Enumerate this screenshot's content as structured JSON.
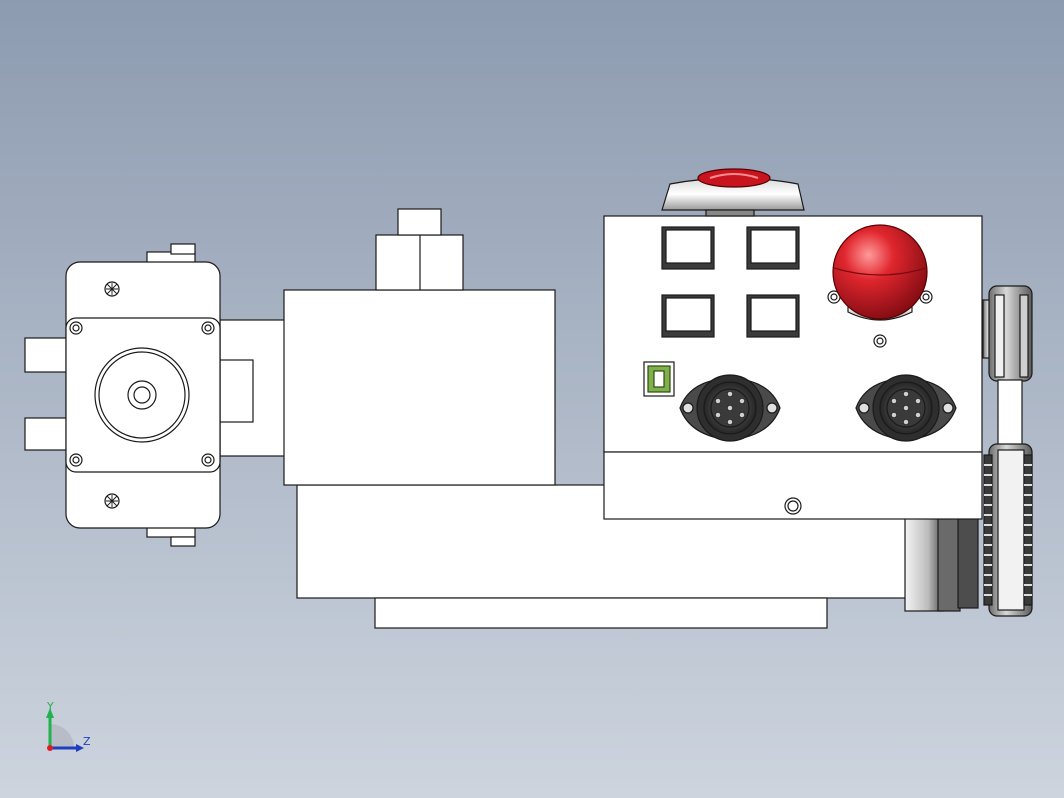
{
  "viewport": {
    "background_top": "#8d9bb0",
    "background_bottom": "#cdd4de"
  },
  "triad": {
    "y_label": "Y",
    "z_label": "Z",
    "y_color": "#22b14c",
    "z_color": "#1f3fbf",
    "origin_color": "#e01b24"
  },
  "colors": {
    "outline": "#1a1a1a",
    "face": "#ffffff",
    "dark_metal": "#3d3d3d",
    "e_stop_red": "#c8141e",
    "usb_green": "#7fb04a"
  },
  "components": [
    {
      "name": "stepper-motor",
      "icon": "stepper-motor-icon"
    },
    {
      "name": "motor-bracket",
      "icon": "bracket-icon"
    },
    {
      "name": "main-housing",
      "icon": "housing-icon"
    },
    {
      "name": "control-box",
      "icon": "box-icon"
    },
    {
      "name": "toggle-switches",
      "count": 4
    },
    {
      "name": "emergency-stop-button",
      "icon": "mushroom-button-icon"
    },
    {
      "name": "usb-b-port",
      "icon": "usb-icon"
    },
    {
      "name": "aviation-connectors",
      "count": 2
    },
    {
      "name": "belt-pulley-assembly",
      "icon": "pulley-icon"
    },
    {
      "name": "base-plate",
      "icon": "plate-icon"
    }
  ]
}
